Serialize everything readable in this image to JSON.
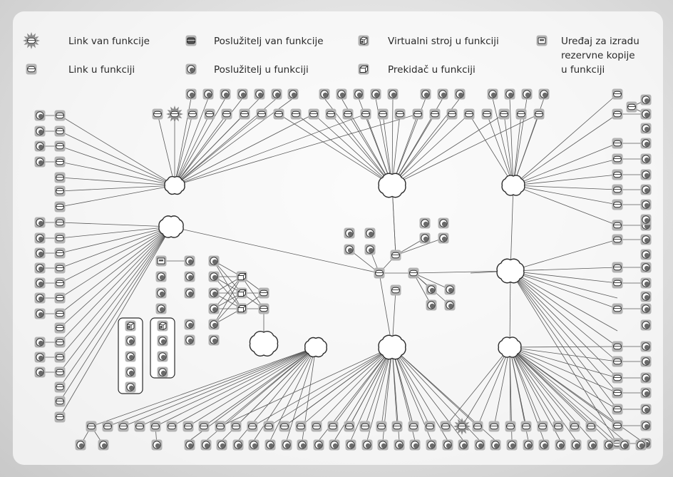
{
  "legend": {
    "link_down": "Link van funkcije",
    "link_up": "Link u funkciji",
    "server_down": "Poslužitelj van funkcije",
    "server_up": "Poslužitelj u funkciji",
    "vm_up": "Virtualni stroj u funkciji",
    "switch_up": "Prekidač u funkciji",
    "backup_up_line1": "Uređaj za izradu",
    "backup_up_line2": "rezervne kopije",
    "backup_up_line3": "u funkciji"
  },
  "icons": {
    "link": "link-icon",
    "link_down": "link-down-icon",
    "server": "server-icon",
    "server_down": "server-down-icon",
    "vm": "virtual-machine-icon",
    "switch": "switch-icon",
    "backup": "backup-device-icon",
    "cloud": "cloud-icon"
  },
  "colors": {
    "tile": "#b3b3b3",
    "icon_fill": "#ffffff",
    "icon_stroke": "#2f2f2f",
    "line": "#5a5a5a",
    "starburst": "#8c8c8c"
  }
}
